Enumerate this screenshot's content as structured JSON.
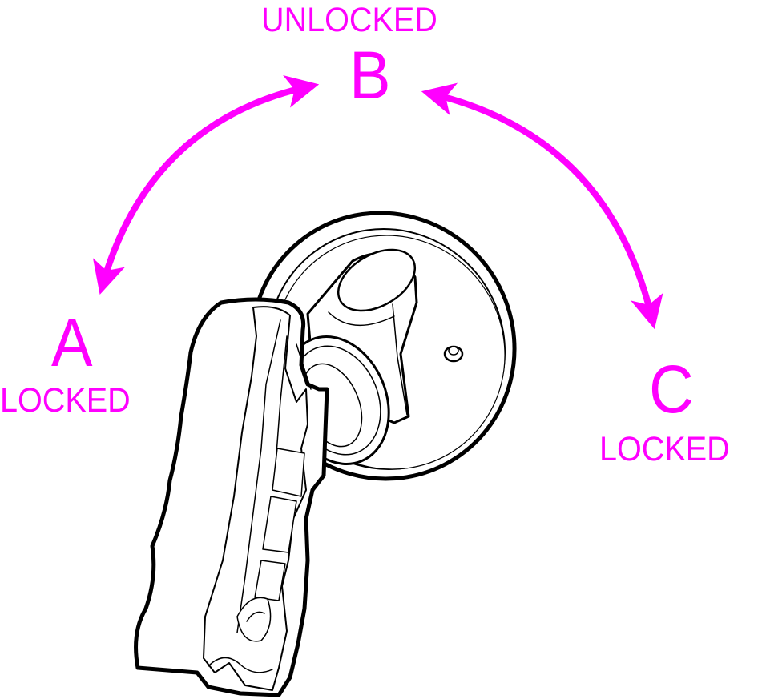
{
  "accent_color": "#ff00ff",
  "line_color": "#000000",
  "positions": {
    "a": {
      "letter": "A",
      "state": "LOCKED"
    },
    "b": {
      "letter": "B",
      "state": "UNLOCKED"
    },
    "c": {
      "letter": "C",
      "state": "LOCKED"
    }
  },
  "icons": {
    "arrow_left": "double-headed-arc-arrow",
    "arrow_right": "double-headed-arc-arrow",
    "lever": "locking-lever-handle"
  }
}
